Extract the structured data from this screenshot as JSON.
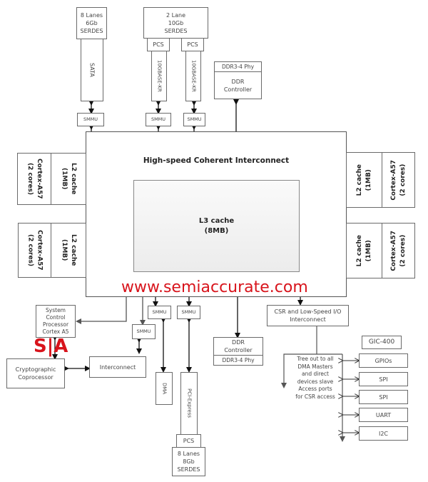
{
  "top": {
    "serdes_sata": "8 Lanes\n6Gb\nSERDES",
    "sata": "SATA",
    "serdes_10g": "2 Lane\n10Gb\nSERDES",
    "pcs_1": "PCS",
    "pcs_2": "PCS",
    "kr_1": "10GBASE-KR",
    "kr_2": "10GBASE-KR",
    "ddr_phy": "DDR3-4 Phy",
    "ddr_ctrl": "DDR\nController",
    "smmu_1": "SMMU",
    "smmu_2": "SMMU",
    "smmu_3": "SMMU"
  },
  "center": {
    "interconnect_title": "High-speed Coherent Interconnect",
    "l3_cache": "L3 cache\n(8MB)"
  },
  "left": [
    {
      "core": "Cortex-A57\n(2 cores)",
      "l2": "L2 cache\n(1MB)"
    },
    {
      "core": "Cortex-A57\n(2 cores)",
      "l2": "L2 cache\n(1MB)"
    }
  ],
  "right": [
    {
      "core": "Cortex-A57\n(2 cores)",
      "l2": "L2 cache\n(1MB)"
    },
    {
      "core": "Cortex-A57\n(2 cores)",
      "l2": "L2 cache\n(1MB)"
    }
  ],
  "bottom": {
    "scp": "System\nControl\nProcessor\nCortex A5",
    "crypto": "Cryptographic\nCoprocessor",
    "interconnect": "Interconnect",
    "smmu_a": "SMMU",
    "smmu_b": "SMMU",
    "smmu_c": "SMMU",
    "dma": "DMA",
    "pcie": "PCI-Express",
    "pcs": "PCS",
    "serdes_pcie": "8 Lanes\n8Gb\nSERDES",
    "ddr_ctrl": "DDR\nController",
    "ddr_phy": "DDR3-4 Phy",
    "csr": "CSR and Low-Speed I/O\nInterconnect",
    "tree_text": "Tree out to all\nDMA Masters\nand direct\ndevices  slave\nAccess ports\nfor CSR access",
    "gic": "GIC-400",
    "peripherals": [
      "GPIOs",
      "SPI",
      "SPI",
      "UART",
      "I2C"
    ]
  },
  "watermark": {
    "url": "www.semiaccurate.com",
    "logo": "S|A",
    "color": "#d8141c"
  }
}
